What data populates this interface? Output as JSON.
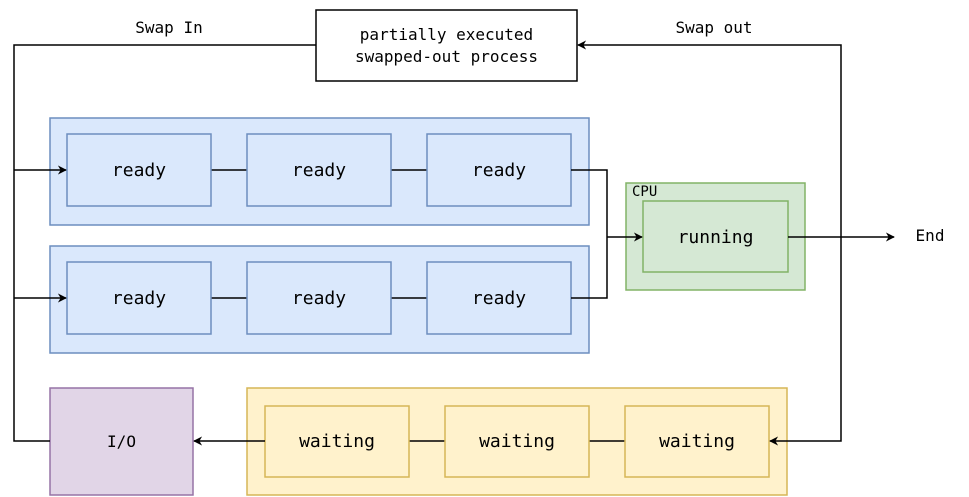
{
  "labels": {
    "swap_in": "Swap In",
    "swap_out": "Swap out",
    "swapped_line1": "partially executed",
    "swapped_line2": "swapped-out process",
    "cpu": "CPU",
    "running": "running",
    "end": "End",
    "io": "I/O"
  },
  "queues": {
    "ready_row_1": [
      "ready",
      "ready",
      "ready"
    ],
    "ready_row_2": [
      "ready",
      "ready",
      "ready"
    ],
    "waiting_row": [
      "waiting",
      "waiting",
      "waiting"
    ]
  },
  "colors": {
    "ready_fill": "#dae8fc",
    "ready_stroke": "#6c8ebf",
    "cpu_fill": "#d5e8d4",
    "cpu_stroke": "#82b366",
    "waiting_fill": "#fff2cc",
    "waiting_stroke": "#d6b656",
    "io_fill": "#e1d5e7",
    "io_stroke": "#9673a6",
    "line": "#000000"
  }
}
